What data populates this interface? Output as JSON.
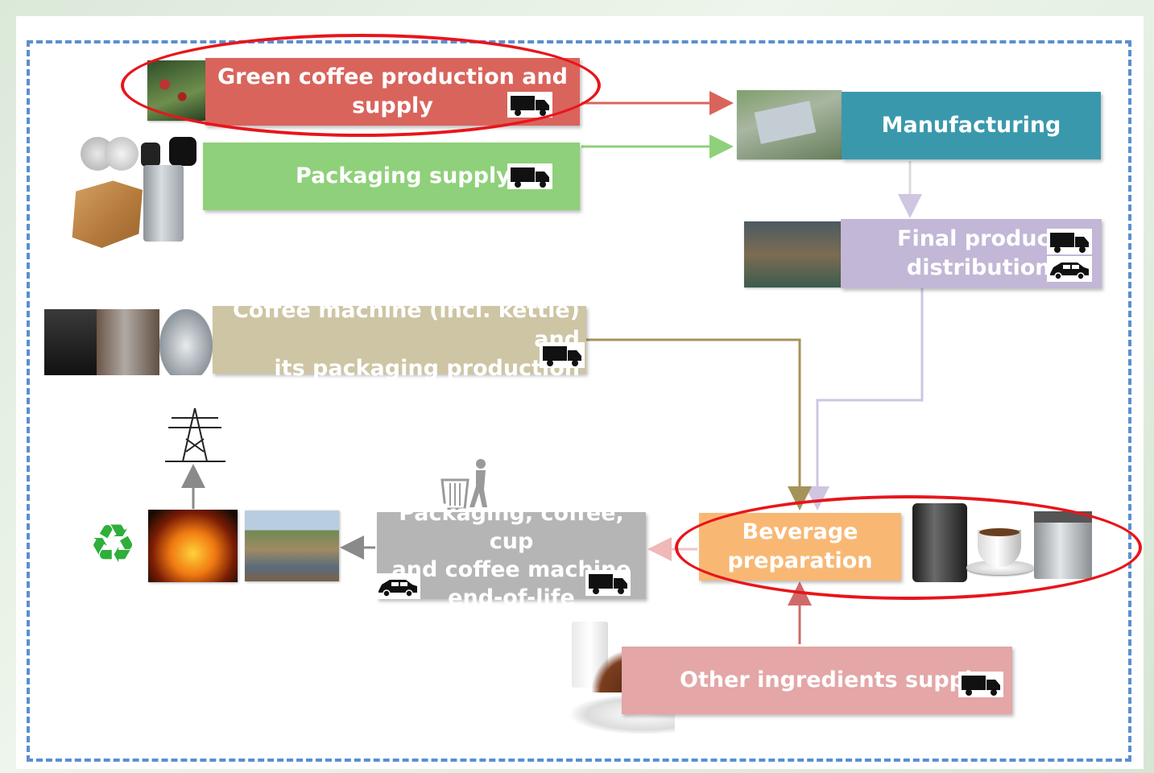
{
  "nodes": {
    "green_coffee": "Green coffee production and\nsupply",
    "packaging_supply": "Packaging supply",
    "manufacturing": "Manufacturing",
    "final_distribution": "Final product\ndistribution",
    "coffee_machine": "Coffee machine (incl. kettle) and\nits packaging production",
    "end_of_life": "Packaging, coffee, cup\nand coffee machine\nend-of-life",
    "beverage_prep": "Beverage\npreparation",
    "other_ingredients": "Other ingredients supply"
  },
  "colors": {
    "green_coffee": "#d9645c",
    "packaging_supply": "#8fd07a",
    "manufacturing": "#3a98ad",
    "final_distribution": "#c2b7d6",
    "coffee_machine": "#cdc5a4",
    "end_of_life": "#b5b5b5",
    "beverage_prep": "#f8b874",
    "other_ingredients": "#e4a6a6",
    "frame": "#5b8fd0",
    "highlight": "#e8151b"
  },
  "icons": [
    "truck-icon",
    "car-icon",
    "recycle-icon",
    "trash-icon",
    "power-pylon-icon"
  ]
}
